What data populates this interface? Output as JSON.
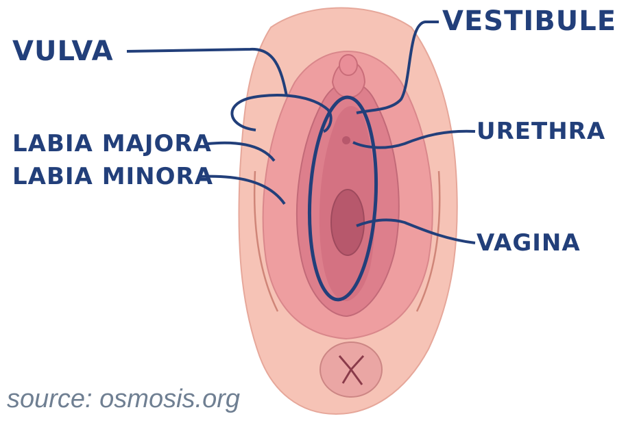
{
  "labels": {
    "vulva": "VULVA",
    "vestibule": "VESTIBULE",
    "labia_majora": "LABIA MAJORA",
    "labia_minora": "LABIA MINORA",
    "urethra": "URETHRA",
    "vagina": "VAGINA"
  },
  "source": "source: osmosis.org",
  "colors": {
    "label_text": "#223f7a",
    "leader_line": "#223f7a",
    "skin_outer": "#f6c3b6",
    "labia_majora": "#ee9ea0",
    "labia_minora": "#dd7f8c",
    "vestibule": "#d47282",
    "vaginal_opening": "#b7586c",
    "source_text": "#6f7f92"
  }
}
